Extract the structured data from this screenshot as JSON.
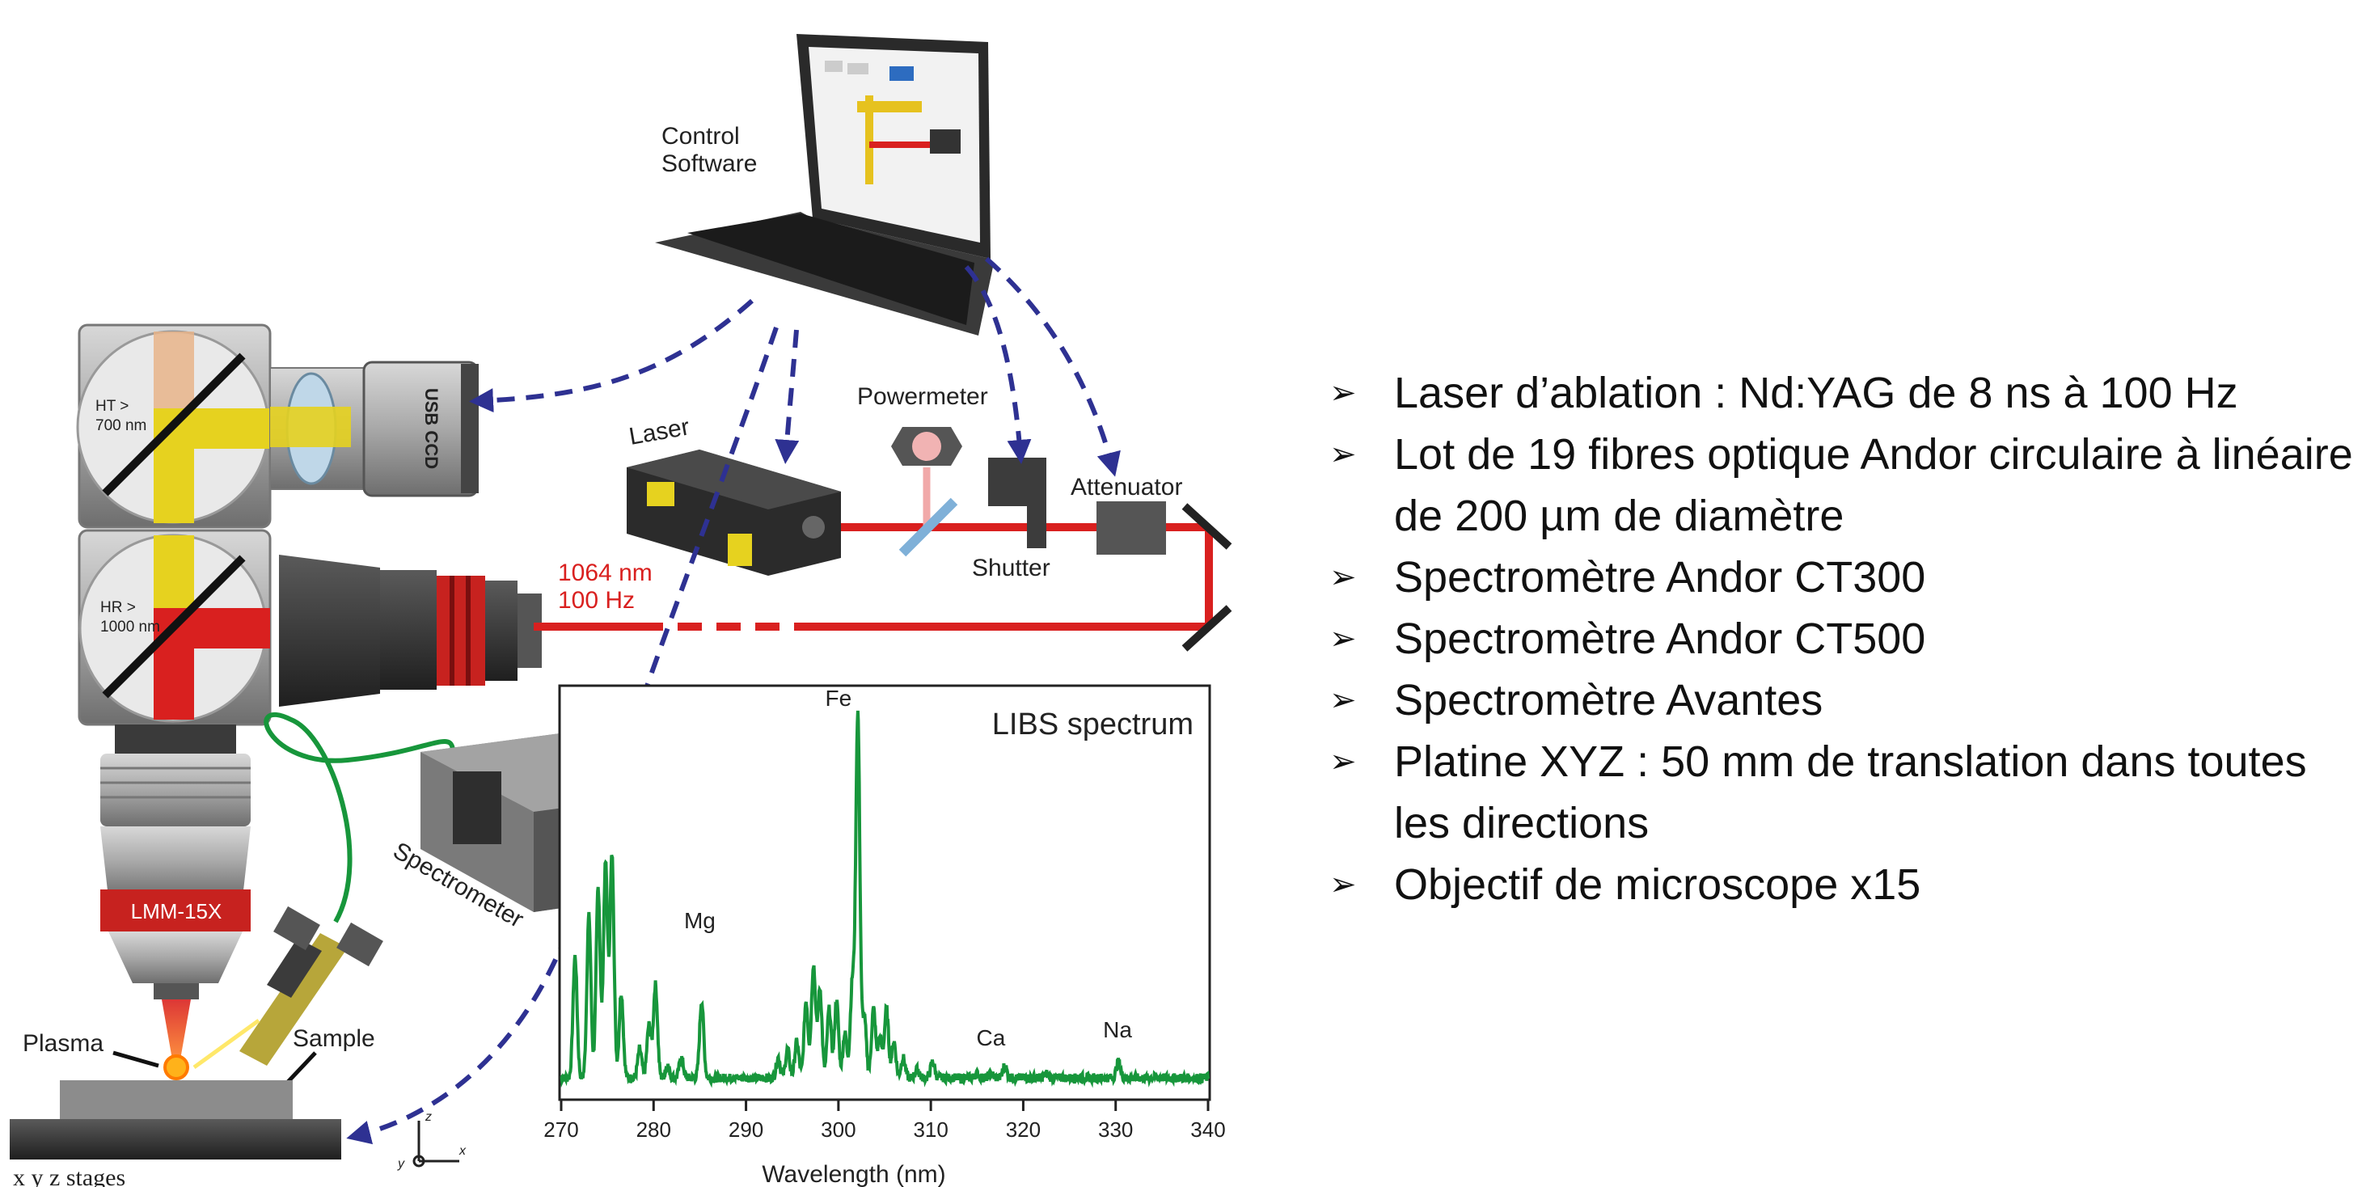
{
  "diagram": {
    "labels": {
      "control_software_l1": "Control",
      "control_software_l2": "Software",
      "usb_ccd": "USB CCD",
      "ht_l1": "HT >",
      "ht_l2": "700 nm",
      "hr_l1": "HR >",
      "hr_l2": "1000 nm",
      "laser": "Laser",
      "powermeter": "Powermeter",
      "shutter": "Shutter",
      "attenuator": "Attenuator",
      "wavelength_l1": "1064 nm",
      "wavelength_l2": "100 Hz",
      "objective": "LMM-15X",
      "plasma": "Plasma",
      "sample": "Sample",
      "stages": "x y z stages",
      "spectrometer": "Spectrometer",
      "axis_x": "x",
      "axis_y": "y",
      "axis_z": "z"
    },
    "colors": {
      "laser_beam": "#d9201f",
      "arrow": "#2e3192",
      "fiber": "#17963b",
      "spectrum": "#17963b",
      "yellow_beam": "#e6d21f"
    }
  },
  "chart_data": {
    "type": "line",
    "title": "LIBS spectrum",
    "xlabel": "Wavelength (nm)",
    "ylabel": "",
    "xlim": [
      270,
      340
    ],
    "ylim": [
      0,
      100
    ],
    "x_ticks": [
      270,
      280,
      290,
      300,
      310,
      320,
      330,
      340
    ],
    "grid": false,
    "baseline": 5,
    "peaks": [
      {
        "x": 271.5,
        "y": 35
      },
      {
        "x": 273.0,
        "y": 45
      },
      {
        "x": 274.0,
        "y": 52
      },
      {
        "x": 274.8,
        "y": 58
      },
      {
        "x": 275.5,
        "y": 60
      },
      {
        "x": 276.5,
        "y": 26
      },
      {
        "x": 278.5,
        "y": 12
      },
      {
        "x": 279.5,
        "y": 18
      },
      {
        "x": 280.2,
        "y": 28
      },
      {
        "x": 281.5,
        "y": 8
      },
      {
        "x": 283.0,
        "y": 10
      },
      {
        "x": 285.2,
        "y": 24
      },
      {
        "x": 293.5,
        "y": 10
      },
      {
        "x": 294.5,
        "y": 12
      },
      {
        "x": 295.5,
        "y": 14
      },
      {
        "x": 296.5,
        "y": 24
      },
      {
        "x": 297.3,
        "y": 33
      },
      {
        "x": 298.0,
        "y": 27
      },
      {
        "x": 299.0,
        "y": 22
      },
      {
        "x": 299.8,
        "y": 24
      },
      {
        "x": 300.7,
        "y": 16
      },
      {
        "x": 301.5,
        "y": 28
      },
      {
        "x": 302.1,
        "y": 95
      },
      {
        "x": 302.8,
        "y": 20
      },
      {
        "x": 303.8,
        "y": 22
      },
      {
        "x": 304.5,
        "y": 15
      },
      {
        "x": 305.2,
        "y": 22
      },
      {
        "x": 306.0,
        "y": 14
      },
      {
        "x": 307.0,
        "y": 10
      },
      {
        "x": 308.5,
        "y": 7
      },
      {
        "x": 310.2,
        "y": 9
      },
      {
        "x": 315.0,
        "y": 6
      },
      {
        "x": 316.5,
        "y": 6
      },
      {
        "x": 318.0,
        "y": 8
      },
      {
        "x": 321.0,
        "y": 5
      },
      {
        "x": 322.5,
        "y": 6
      },
      {
        "x": 330.3,
        "y": 9
      }
    ],
    "annotations": [
      {
        "text": "Fe",
        "x": 300.0,
        "y": 97
      },
      {
        "text": "Mg",
        "x": 285.0,
        "y": 42
      },
      {
        "text": "Ca",
        "x": 316.5,
        "y": 13
      },
      {
        "text": "Na",
        "x": 330.2,
        "y": 15
      }
    ]
  },
  "bullets": [
    "Laser d’ablation : Nd:YAG de 8 ns à 100 Hz",
    "Lot de 19 fibres optique Andor circulaire à linéaire de 200 µm de diamètre",
    "Spectromètre Andor CT300",
    "Spectromètre Andor CT500",
    "Spectromètre Avantes",
    "Platine XYZ : 50 mm de translation dans toutes les directions",
    "Objectif de microscope x15"
  ],
  "bullet_glyph": "➢"
}
